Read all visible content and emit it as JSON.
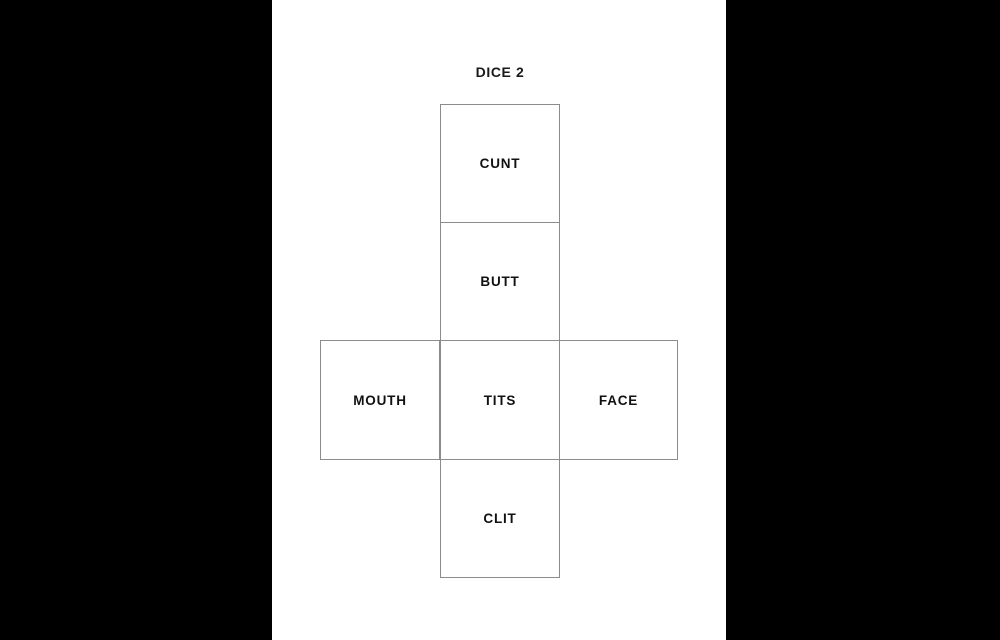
{
  "document": {
    "title": "DICE 2",
    "background_color": "#ffffff",
    "letterbox_color": "#000000",
    "border_color": "#8c8c8c",
    "text_color": "#111111"
  },
  "dice_net": {
    "type": "cube-net",
    "columns": 3,
    "rows": 4,
    "faces": [
      {
        "id": "face-top",
        "label": "CUNT",
        "row": 1,
        "column": 2
      },
      {
        "id": "face-upper-middle",
        "label": "BUTT",
        "row": 2,
        "column": 2
      },
      {
        "id": "face-left",
        "label": "MOUTH",
        "row": 3,
        "column": 1
      },
      {
        "id": "face-center",
        "label": "TITS",
        "row": 3,
        "column": 2
      },
      {
        "id": "face-right",
        "label": "FACE",
        "row": 3,
        "column": 3
      },
      {
        "id": "face-bottom",
        "label": "CLIT",
        "row": 4,
        "column": 2
      }
    ]
  }
}
